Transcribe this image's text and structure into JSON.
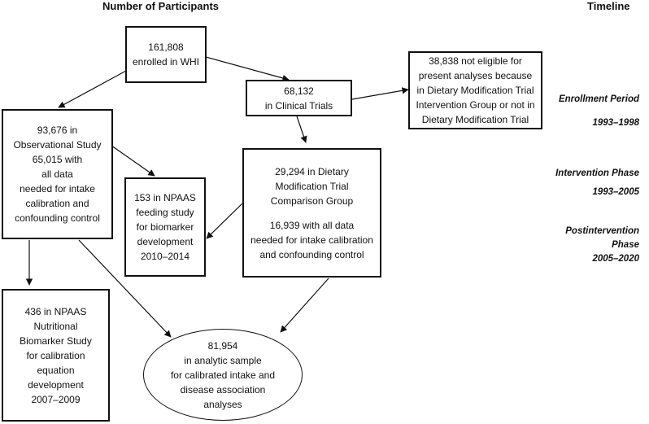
{
  "headers": {
    "participants": "Number of Participants",
    "timeline": "Timeline"
  },
  "boxes": {
    "enrolled": [
      "161,808",
      "enrolled in WHI"
    ],
    "clinical": [
      "68,132",
      "in Clinical Trials"
    ],
    "not_eligible": [
      "38,838 not eligible for",
      "present analyses because",
      "in Dietary Modification Trial",
      "Intervention Group or not in",
      "Dietary Modification Trial"
    ],
    "observational": [
      "93,676 in",
      "Observational Study",
      "65,015 with",
      "all data",
      "needed for intake",
      "calibration and",
      "confounding control"
    ],
    "npaas_feeding": [
      "153 in NPAAS",
      "feeding study",
      "for biomarker",
      "development",
      "2010–2014"
    ],
    "dm_comparison": [
      "29,294 in Dietary",
      "Modification Trial",
      "Comparison Group"
    ],
    "dm_complete": [
      "16,939 with all data",
      "needed for intake calibration",
      "and confounding control"
    ],
    "npaas_biomarker": [
      "436 in NPAAS",
      "Nutritional",
      "Biomarker Study",
      "for calibration",
      "equation",
      "development",
      "2007–2009"
    ],
    "analytic": [
      "81,954",
      "in analytic sample",
      "for calibrated intake and",
      "disease association",
      "analyses"
    ]
  },
  "timeline": {
    "enrollment": [
      "Enrollment Period",
      "1993–1998"
    ],
    "intervention": [
      "Intervention Phase",
      "1993–2005"
    ],
    "postintervention": [
      "Postintervention",
      "Phase",
      "2005–2020"
    ]
  }
}
